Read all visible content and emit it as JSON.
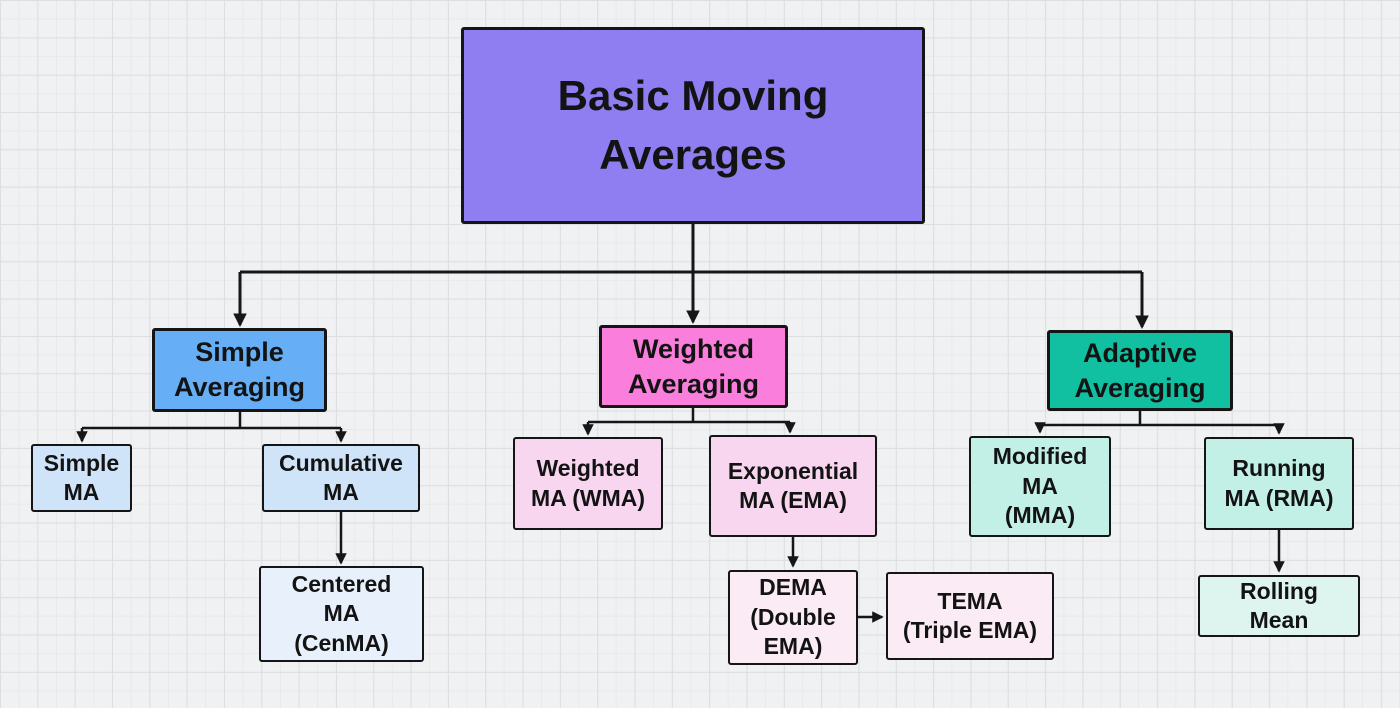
{
  "diagram": {
    "type": "flowchart",
    "title": "Basic Moving Averages",
    "line_color": "#161616",
    "nodes": {
      "root": {
        "label": "Basic Moving\nAverages",
        "fill": "#8f7ef2"
      },
      "simple_averaging": {
        "label": "Simple\nAveraging",
        "fill": "#66aff7"
      },
      "weighted_averaging": {
        "label": "Weighted\nAveraging",
        "fill": "#fa7edb"
      },
      "adaptive_averaging": {
        "label": "Adaptive\nAveraging",
        "fill": "#10c0a1"
      },
      "simple_ma": {
        "label": "Simple\nMA",
        "fill": "#cfe4f8"
      },
      "cumulative_ma": {
        "label": "Cumulative\nMA",
        "fill": "#cfe4f8"
      },
      "centered_ma": {
        "label": "Centered\nMA\n(CenMA)",
        "fill": "#e8f1fb"
      },
      "weighted_ma": {
        "label": "Weighted\nMA (WMA)",
        "fill": "#f8d6f0"
      },
      "exponential_ma": {
        "label": "Exponential\nMA (EMA)",
        "fill": "#f8d6f0"
      },
      "dema": {
        "label": "DEMA\n(Double\nEMA)",
        "fill": "#faebf5"
      },
      "tema": {
        "label": "TEMA\n(Triple EMA)",
        "fill": "#faebf5"
      },
      "modified_ma": {
        "label": "Modified\nMA\n(MMA)",
        "fill": "#c2efe6"
      },
      "running_ma": {
        "label": "Running\nMA (RMA)",
        "fill": "#c2efe6"
      },
      "rolling_mean": {
        "label": "Rolling\nMean",
        "fill": "#def5ef"
      }
    },
    "edges": [
      {
        "from": "root",
        "to": "simple_averaging"
      },
      {
        "from": "root",
        "to": "weighted_averaging"
      },
      {
        "from": "root",
        "to": "adaptive_averaging"
      },
      {
        "from": "simple_averaging",
        "to": "simple_ma"
      },
      {
        "from": "simple_averaging",
        "to": "cumulative_ma"
      },
      {
        "from": "cumulative_ma",
        "to": "centered_ma"
      },
      {
        "from": "weighted_averaging",
        "to": "weighted_ma"
      },
      {
        "from": "weighted_averaging",
        "to": "exponential_ma"
      },
      {
        "from": "exponential_ma",
        "to": "dema"
      },
      {
        "from": "dema",
        "to": "tema"
      },
      {
        "from": "adaptive_averaging",
        "to": "modified_ma"
      },
      {
        "from": "adaptive_averaging",
        "to": "running_ma"
      },
      {
        "from": "running_ma",
        "to": "rolling_mean"
      }
    ]
  }
}
